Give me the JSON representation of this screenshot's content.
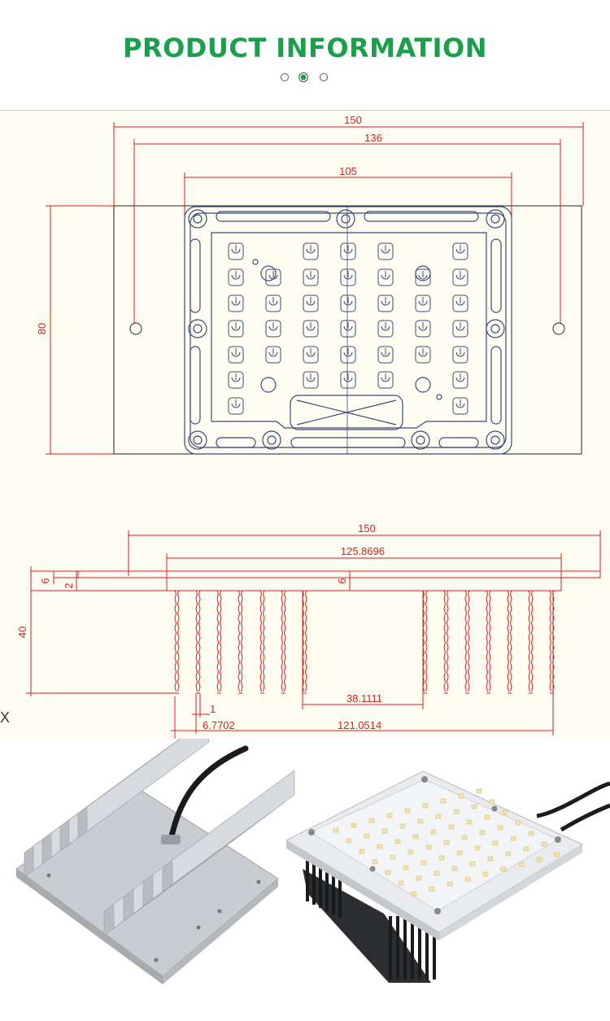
{
  "header": {
    "title": "PRODUCT INFORMATION",
    "carousel": {
      "count": 3,
      "active_index": 1
    }
  },
  "drawing": {
    "top_view": {
      "overall_width": "150",
      "hole_spacing": "136",
      "module_width": "105",
      "height": "80"
    },
    "side_view": {
      "overall_width": "150",
      "heatsink_width": "125.8696",
      "plate_thickness": "6",
      "step": "2",
      "base_thickness": "6",
      "fin_height": "40",
      "fin_gap": "38.1111",
      "fin_thickness": "1",
      "fin_pitch": "6.7702",
      "fin_span": "121.0514"
    },
    "corner_label": "X",
    "colors": {
      "line": "#d81e1e",
      "outline": "#3a4a7a",
      "background": "#fffdf1"
    }
  },
  "photos": {
    "items": [
      {
        "name": "heatsink-back-photo"
      },
      {
        "name": "led-module-front-photo"
      }
    ]
  }
}
